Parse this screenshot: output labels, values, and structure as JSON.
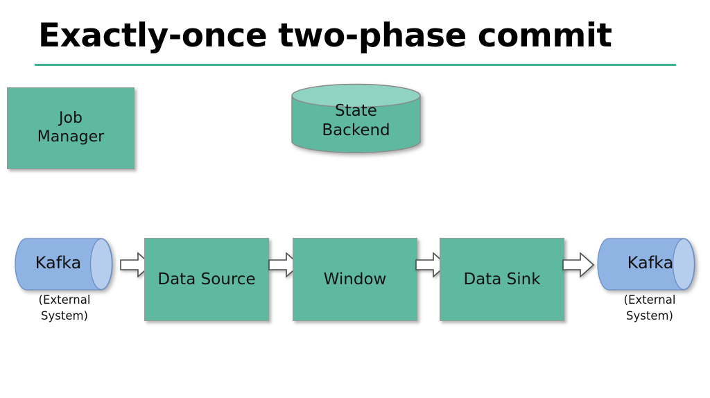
{
  "slide": {
    "title": "Exactly-once two-phase commit",
    "background_color": "#FFFFFF",
    "rule_color": "#3DAF92"
  },
  "colors": {
    "process_fill": "#5FB9A0",
    "process_border": "#9A9A9A",
    "cylinder_top_fill": "#8FD3C2",
    "kafka_fill": "#8FB3E3",
    "kafka_cap_fill": "#B6CDEE",
    "kafka_border": "#6E8FC4",
    "arrow_fill": "#FFFFFF",
    "arrow_border": "#4A4A4A",
    "text_color": "#111111"
  },
  "nodes": {
    "job_manager": {
      "label": "Job\nManager",
      "shape": "rectangle"
    },
    "state_backend": {
      "label": "State\nBackend",
      "shape": "cylinder"
    },
    "kafka_source": {
      "label": "Kafka",
      "caption": "(External\nSystem)",
      "shape": "cylinder-horizontal"
    },
    "data_source": {
      "label": "Data Source",
      "shape": "rectangle"
    },
    "window": {
      "label": "Window",
      "shape": "rectangle"
    },
    "data_sink": {
      "label": "Data Sink",
      "shape": "rectangle"
    },
    "kafka_sink": {
      "label": "Kafka",
      "caption": "(External\nSystem)",
      "shape": "cylinder-horizontal"
    }
  },
  "arrows": [
    {
      "name": "kafka-source-to-data-source",
      "from": "kafka_source",
      "to": "data_source"
    },
    {
      "name": "data-source-to-window",
      "from": "data_source",
      "to": "window"
    },
    {
      "name": "window-to-data-sink",
      "from": "window",
      "to": "data_sink"
    },
    {
      "name": "data-sink-to-kafka-sink",
      "from": "data_sink",
      "to": "kafka_sink"
    }
  ]
}
